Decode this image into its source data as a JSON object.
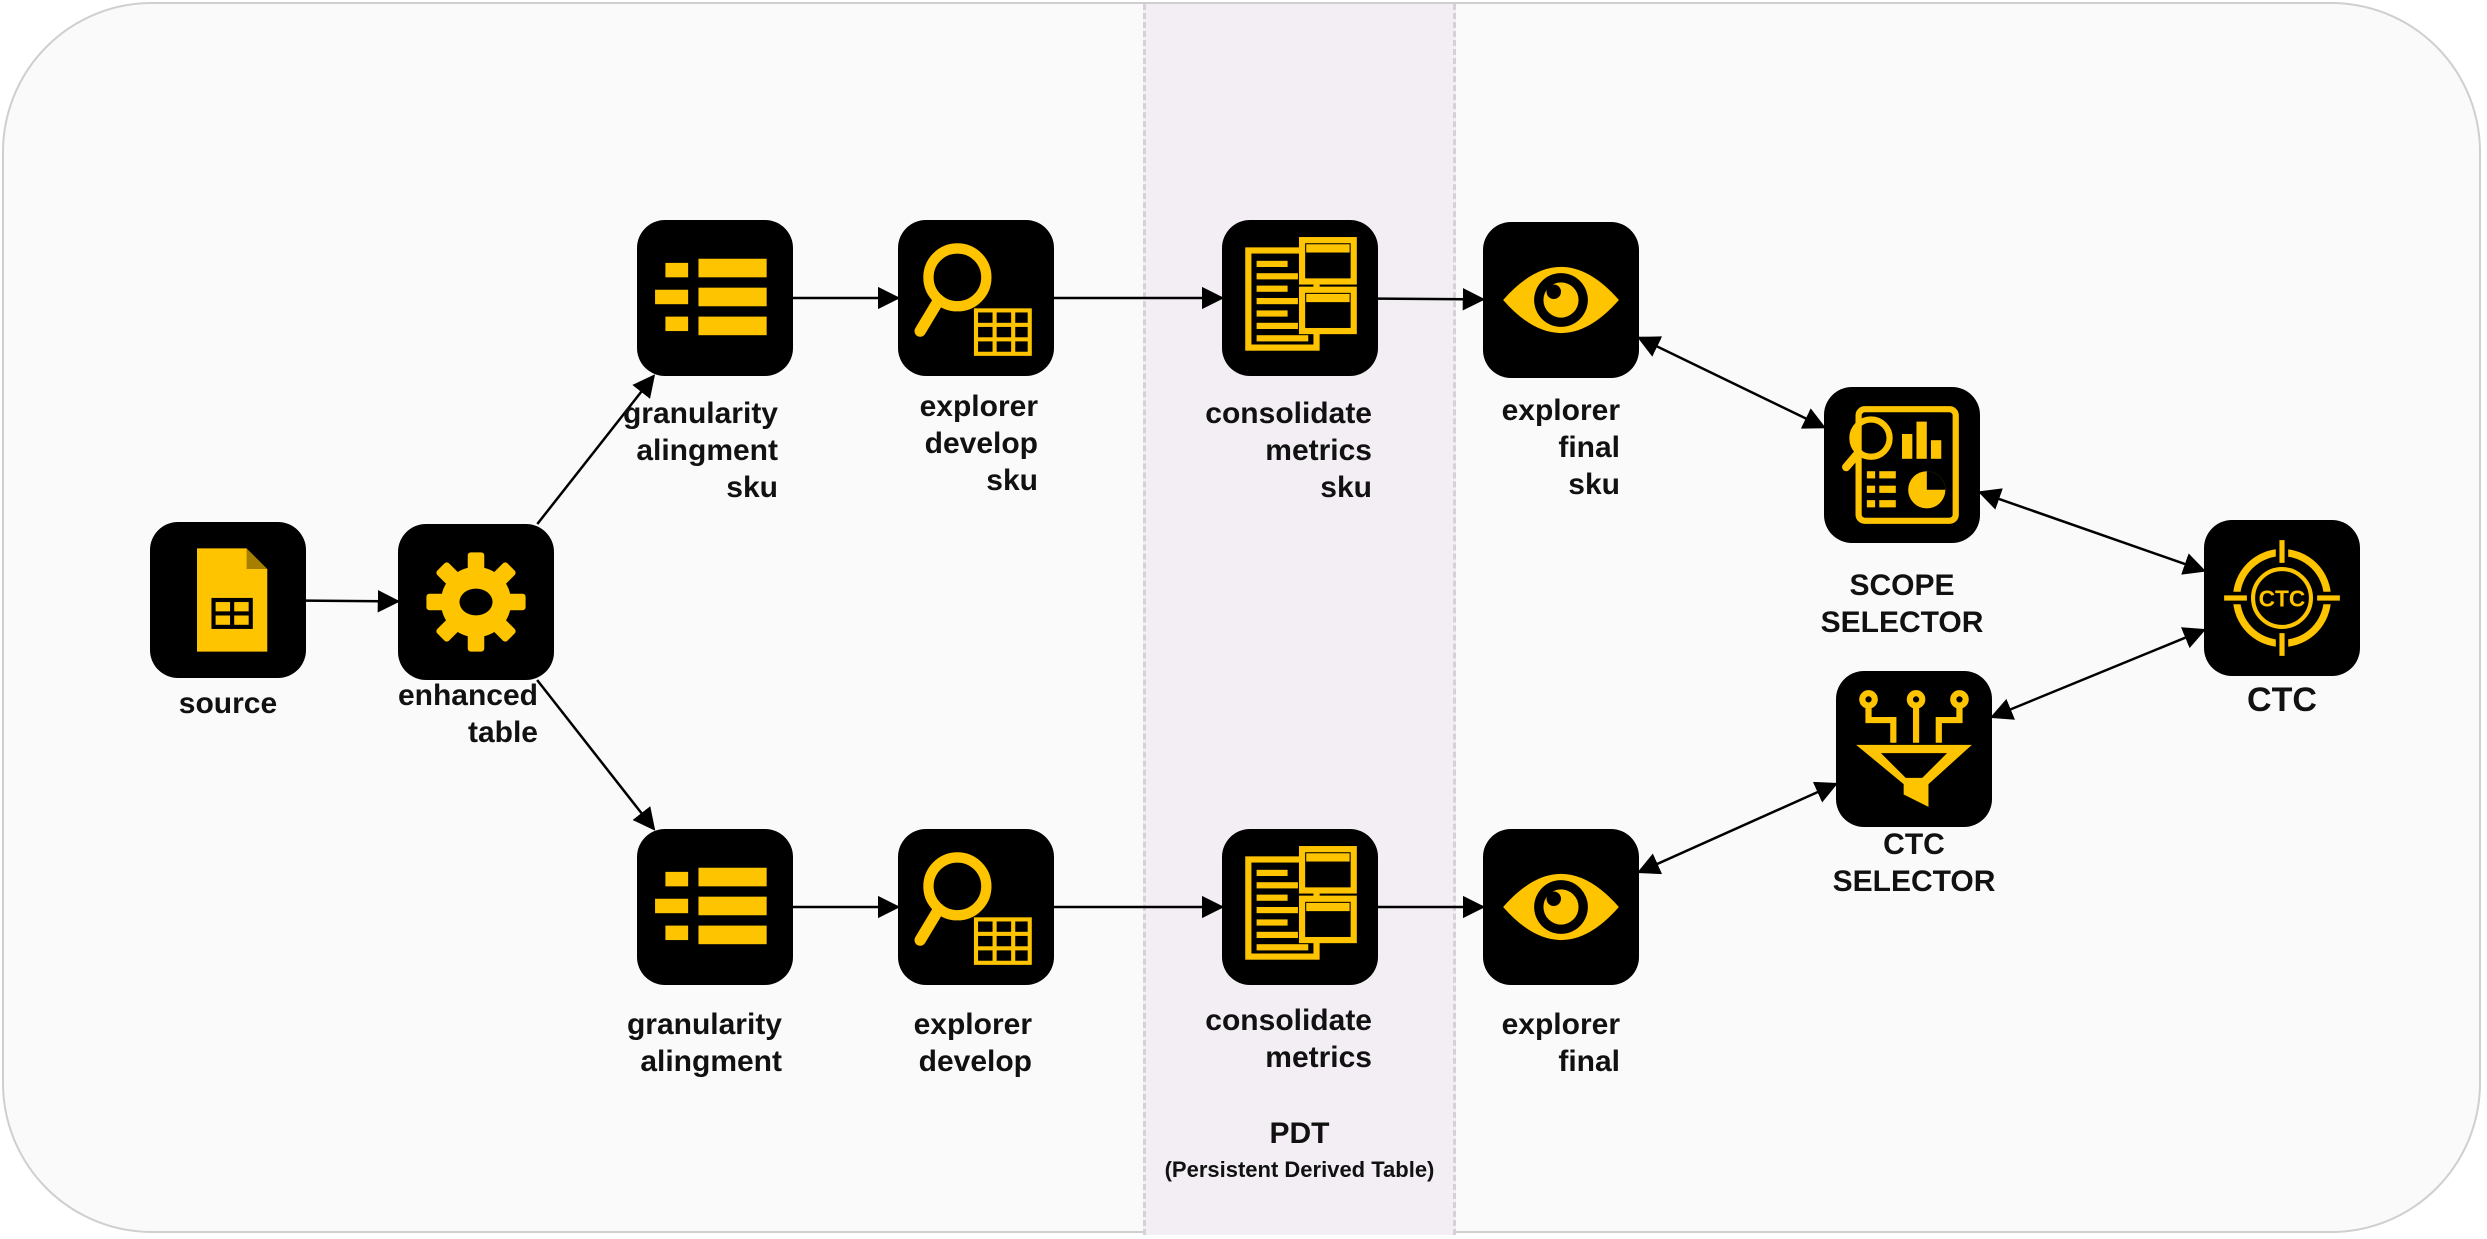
{
  "nodes": {
    "source": {
      "label_lines": [
        "source"
      ],
      "icon": "spreadsheet-icon"
    },
    "enhanced_table": {
      "label_lines": [
        "enhanced",
        "table"
      ],
      "icon": "gear-icon"
    },
    "granularity_alingment_sku": {
      "label_lines": [
        "granularity",
        "alingment",
        "sku"
      ],
      "icon": "list-icon"
    },
    "explorer_develop_sku": {
      "label_lines": [
        "explorer",
        "develop",
        "sku"
      ],
      "icon": "magnifier-table-icon"
    },
    "consolidate_metrics_sku": {
      "label_lines": [
        "consolidate",
        "metrics",
        "sku"
      ],
      "icon": "dashboard-layout-icon"
    },
    "explorer_final_sku": {
      "label_lines": [
        "explorer",
        "final",
        "sku"
      ],
      "icon": "eye-icon"
    },
    "granularity_alingment": {
      "label_lines": [
        "granularity",
        "alingment"
      ],
      "icon": "list-icon"
    },
    "explorer_develop": {
      "label_lines": [
        "explorer",
        "develop"
      ],
      "icon": "magnifier-table-icon"
    },
    "consolidate_metrics": {
      "label_lines": [
        "consolidate",
        "metrics"
      ],
      "icon": "dashboard-layout-icon"
    },
    "explorer_final": {
      "label_lines": [
        "explorer",
        "final"
      ],
      "icon": "eye-icon"
    },
    "scope_selector": {
      "label_lines": [
        "SCOPE",
        "SELECTOR"
      ],
      "icon": "report-search-icon"
    },
    "ctc_selector": {
      "label_lines": [
        "CTC",
        "SELECTOR"
      ],
      "icon": "funnel-filter-icon"
    },
    "ctc": {
      "label_lines": [
        "CTC"
      ],
      "icon": "target-icon",
      "icon_text": "CTC"
    }
  },
  "pdt": {
    "title": "PDT",
    "subtitle": "(Persistent Derived Table)"
  },
  "colors": {
    "accent": "#FFC400",
    "node_bg": "#000000",
    "band": "#F3EEF4",
    "frame": "#FAFAFA",
    "edge": "#000000"
  },
  "edges": [
    {
      "from": "source",
      "to": "enhanced_table",
      "direction": "forward"
    },
    {
      "from": "enhanced_table",
      "to": "granularity_alingment_sku",
      "direction": "forward"
    },
    {
      "from": "enhanced_table",
      "to": "granularity_alingment",
      "direction": "forward"
    },
    {
      "from": "granularity_alingment_sku",
      "to": "explorer_develop_sku",
      "direction": "forward"
    },
    {
      "from": "explorer_develop_sku",
      "to": "consolidate_metrics_sku",
      "direction": "forward"
    },
    {
      "from": "consolidate_metrics_sku",
      "to": "explorer_final_sku",
      "direction": "forward"
    },
    {
      "from": "granularity_alingment",
      "to": "explorer_develop",
      "direction": "forward"
    },
    {
      "from": "explorer_develop",
      "to": "consolidate_metrics",
      "direction": "forward"
    },
    {
      "from": "consolidate_metrics",
      "to": "explorer_final",
      "direction": "forward"
    },
    {
      "from": "explorer_final_sku",
      "to": "scope_selector",
      "direction": "both"
    },
    {
      "from": "scope_selector",
      "to": "ctc",
      "direction": "both"
    },
    {
      "from": "explorer_final",
      "to": "ctc_selector",
      "direction": "both"
    },
    {
      "from": "ctc_selector",
      "to": "ctc",
      "direction": "both"
    }
  ]
}
